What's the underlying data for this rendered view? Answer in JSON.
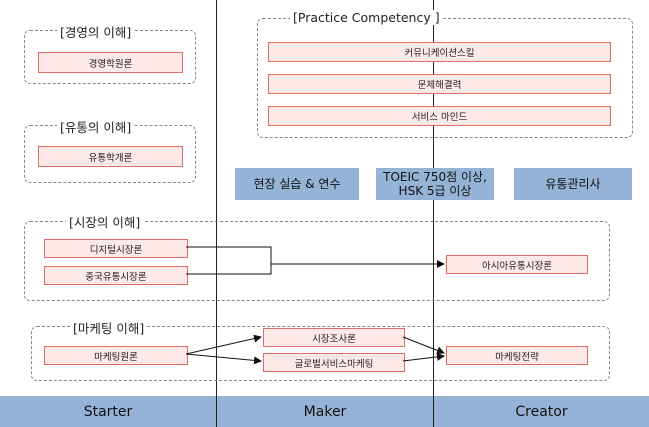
{
  "groups": {
    "management": {
      "title": "[경영의 이해]",
      "items": [
        "경영학원론"
      ]
    },
    "distribution": {
      "title": "[유통의 이해]",
      "items": [
        "유통학개론"
      ]
    },
    "market": {
      "title": "[시장의 이해]",
      "items": [
        "디지털시장론",
        "중국유통시장론",
        "아시아유통시장론"
      ]
    },
    "marketing": {
      "title": "[마케팅 이해]",
      "items": [
        "마케팅원론",
        "시장조사론",
        "글로벌서비스마케팅",
        "마케팅전략"
      ]
    },
    "practice": {
      "title": "[Practice Competency ]",
      "items": [
        "커뮤니케이션스킬",
        "문제해결력",
        "서비스 마인드"
      ]
    }
  },
  "highlights": {
    "field": "현장 실습 & 연수",
    "language": "TOEIC 750점 이상,\nHSK 5급 이상",
    "cert": "유통관리사"
  },
  "stages": [
    "Starter",
    "Maker",
    "Creator"
  ],
  "colors": {
    "node_fill": "#fde9e7",
    "node_border": "#e06c66",
    "band_fill": "#95b3d7",
    "group_border": "#888888"
  }
}
